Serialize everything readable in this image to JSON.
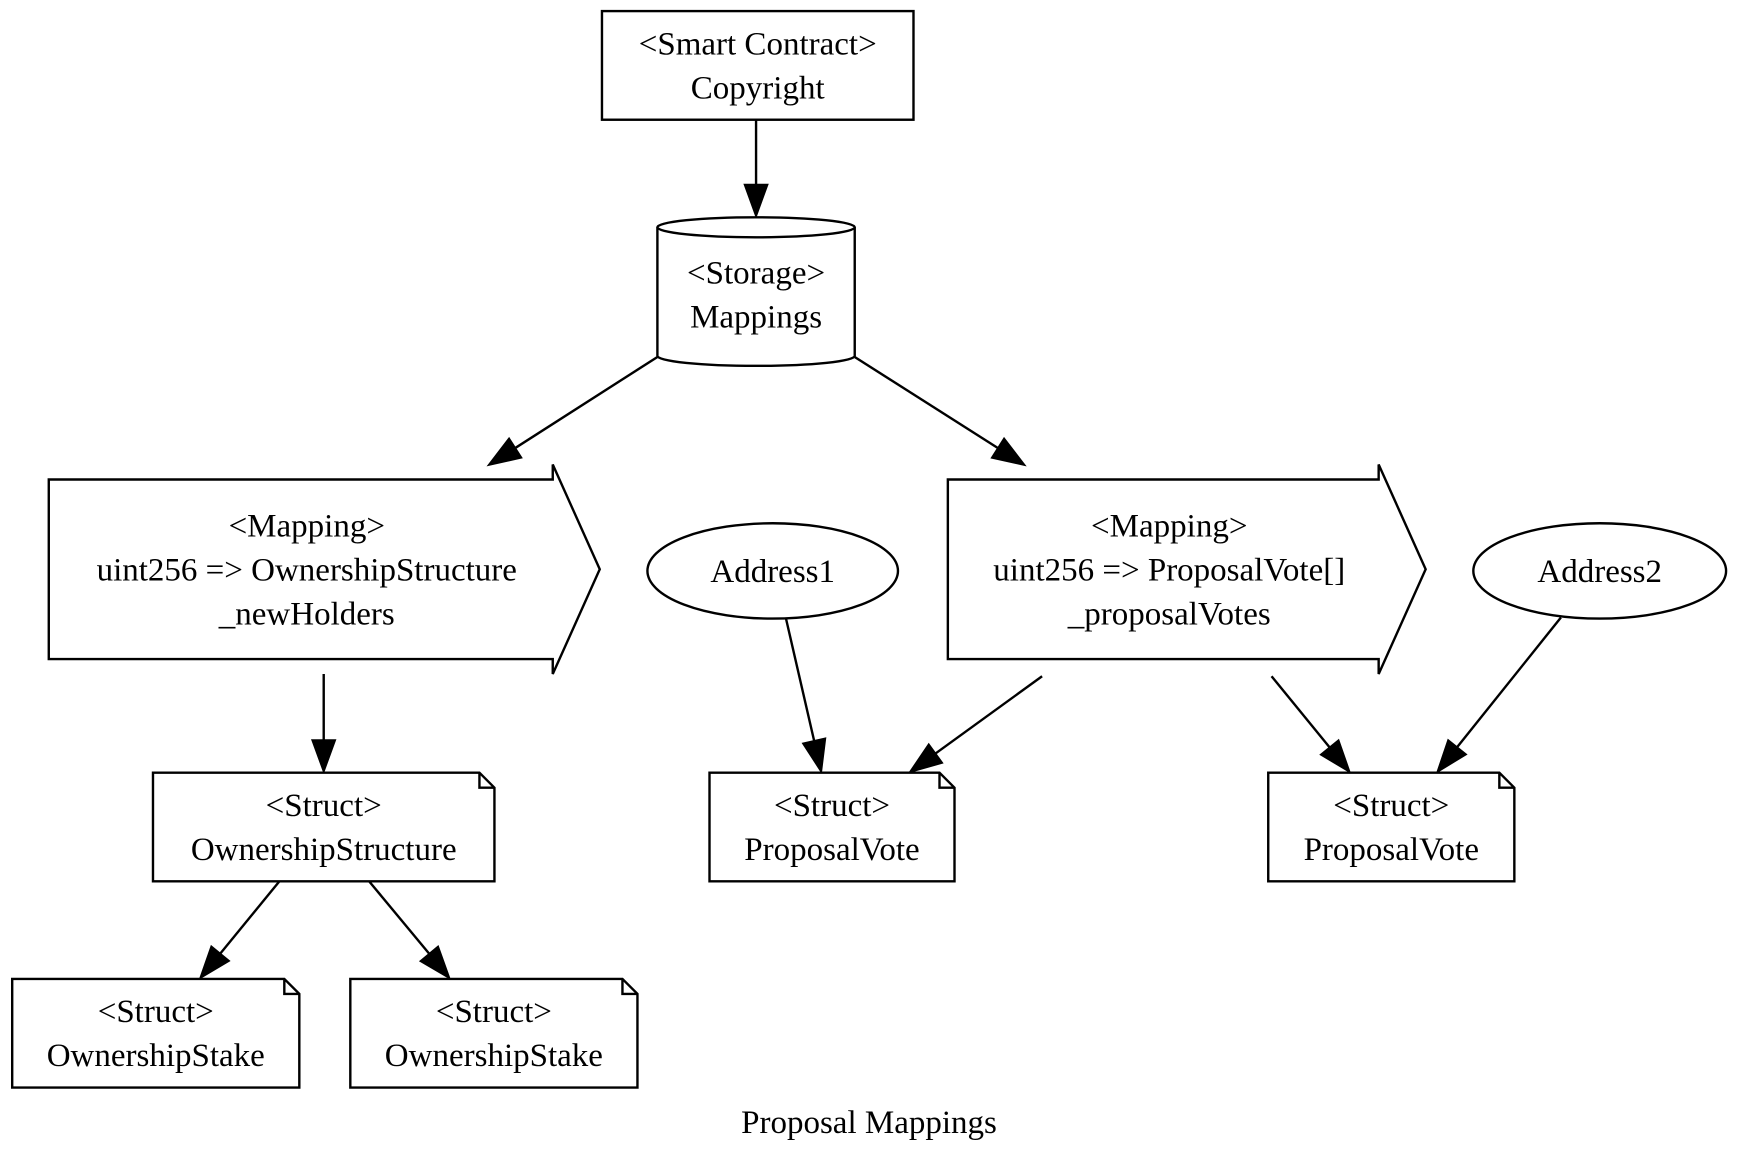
{
  "diagram": {
    "caption": "Proposal Mappings",
    "nodes": {
      "copyright": {
        "type": "box",
        "lines": [
          "<Smart Contract>",
          "Copyright"
        ]
      },
      "storage": {
        "type": "cylinder",
        "lines": [
          "<Storage>",
          "Mappings"
        ]
      },
      "mapping_holders": {
        "type": "arrow-shape",
        "lines": [
          "<Mapping>",
          "uint256 => OwnershipStructure",
          "_newHolders"
        ]
      },
      "mapping_votes": {
        "type": "arrow-shape",
        "lines": [
          "<Mapping>",
          "uint256 => ProposalVote[]",
          "_proposalVotes"
        ]
      },
      "address1": {
        "type": "ellipse",
        "lines": [
          "Address1"
        ]
      },
      "address2": {
        "type": "ellipse",
        "lines": [
          "Address2"
        ]
      },
      "struct_ownership": {
        "type": "note",
        "lines": [
          "<Struct>",
          "OwnershipStructure"
        ]
      },
      "struct_vote1": {
        "type": "note",
        "lines": [
          "<Struct>",
          "ProposalVote"
        ]
      },
      "struct_vote2": {
        "type": "note",
        "lines": [
          "<Struct>",
          "ProposalVote"
        ]
      },
      "struct_stake1": {
        "type": "note",
        "lines": [
          "<Struct>",
          "OwnershipStake"
        ]
      },
      "struct_stake2": {
        "type": "note",
        "lines": [
          "<Struct>",
          "OwnershipStake"
        ]
      }
    },
    "edges": [
      {
        "from": "copyright",
        "to": "storage"
      },
      {
        "from": "storage",
        "to": "mapping_holders"
      },
      {
        "from": "storage",
        "to": "mapping_votes"
      },
      {
        "from": "mapping_holders",
        "to": "struct_ownership"
      },
      {
        "from": "address1",
        "to": "struct_vote1"
      },
      {
        "from": "mapping_votes",
        "to": "struct_vote1"
      },
      {
        "from": "mapping_votes",
        "to": "struct_vote2"
      },
      {
        "from": "address2",
        "to": "struct_vote2"
      },
      {
        "from": "struct_ownership",
        "to": "struct_stake1"
      },
      {
        "from": "struct_ownership",
        "to": "struct_stake2"
      }
    ]
  }
}
